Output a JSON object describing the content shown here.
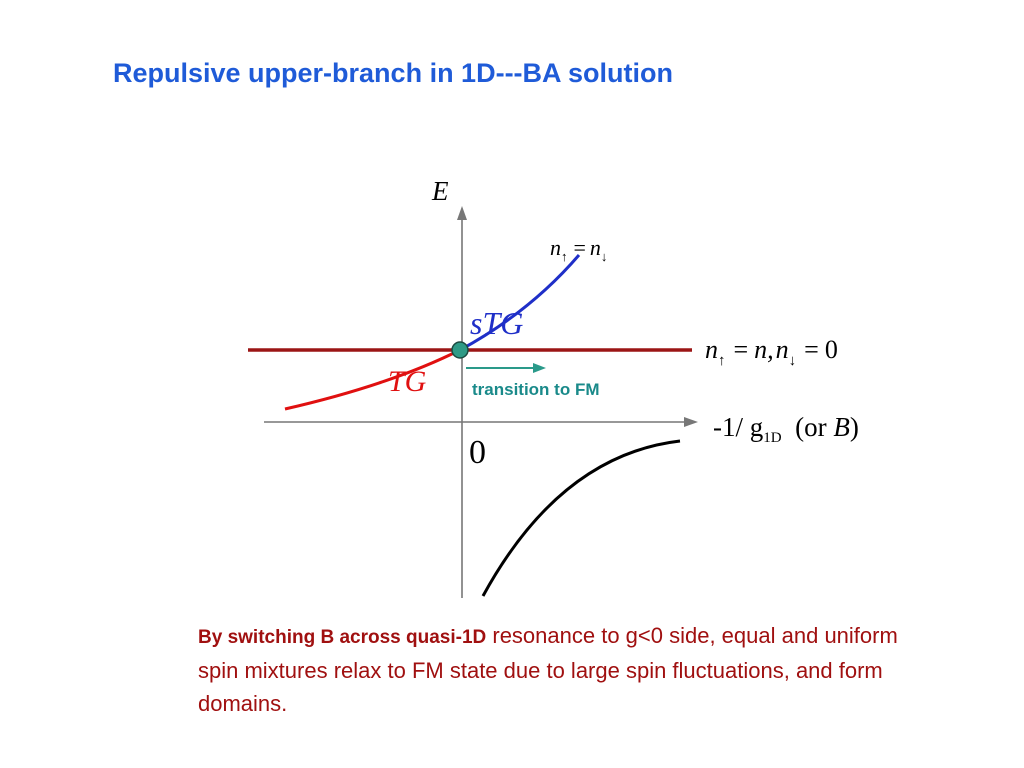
{
  "slide": {
    "title": "Repulsive upper-branch in 1D---BA solution"
  },
  "diagram": {
    "y_axis_label": "E",
    "x_axis_label_prefix": "-1/ g",
    "x_axis_label_sub": "1D",
    "x_axis_label_open": "  (or ",
    "x_axis_label_var": "B",
    "x_axis_label_close": ")",
    "origin_label": "0",
    "stg_label": "sTG",
    "tg_label": "TG",
    "transition_label": "transition to FM",
    "eq_balanced": {
      "n": "n",
      "up": "↑",
      "eq": "=",
      "n2": "n",
      "down": "↓"
    },
    "eq_polarized": {
      "n": "n",
      "up": "↑",
      "eq1": "=",
      "val1": "n,",
      "n2": "n",
      "down": "↓",
      "eq2": "=",
      "val2": "0"
    },
    "colors": {
      "blue_branch": "#1f2fc8",
      "red_branch": "#e01010",
      "horizontal_line": "#9b1515",
      "teal": "#2a9a8a",
      "node_fill": "#2e9a86"
    }
  },
  "caption": {
    "bold_part": "By switching B across quasi-1D",
    "rest": " resonance to g<0 side, equal and uniform spin mixtures relax to FM state due to large spin fluctuations, and form domains."
  }
}
